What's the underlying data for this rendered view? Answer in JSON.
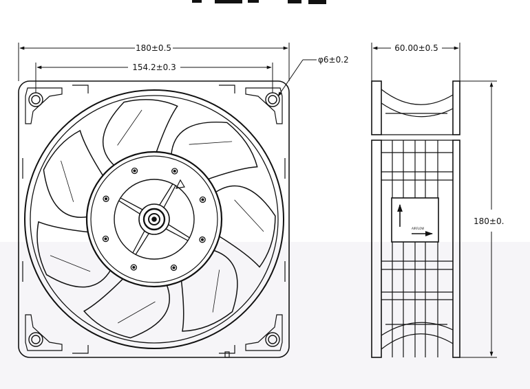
{
  "front_view": {
    "overall_width": "180±0.5",
    "hole_pitch": "154.2±0.3",
    "hole_diameter": "φ6±0.2",
    "blade_count": 7
  },
  "side_view": {
    "depth": "60.00±0.5",
    "height": "180±0.",
    "label_text": "AIRFLOW"
  }
}
